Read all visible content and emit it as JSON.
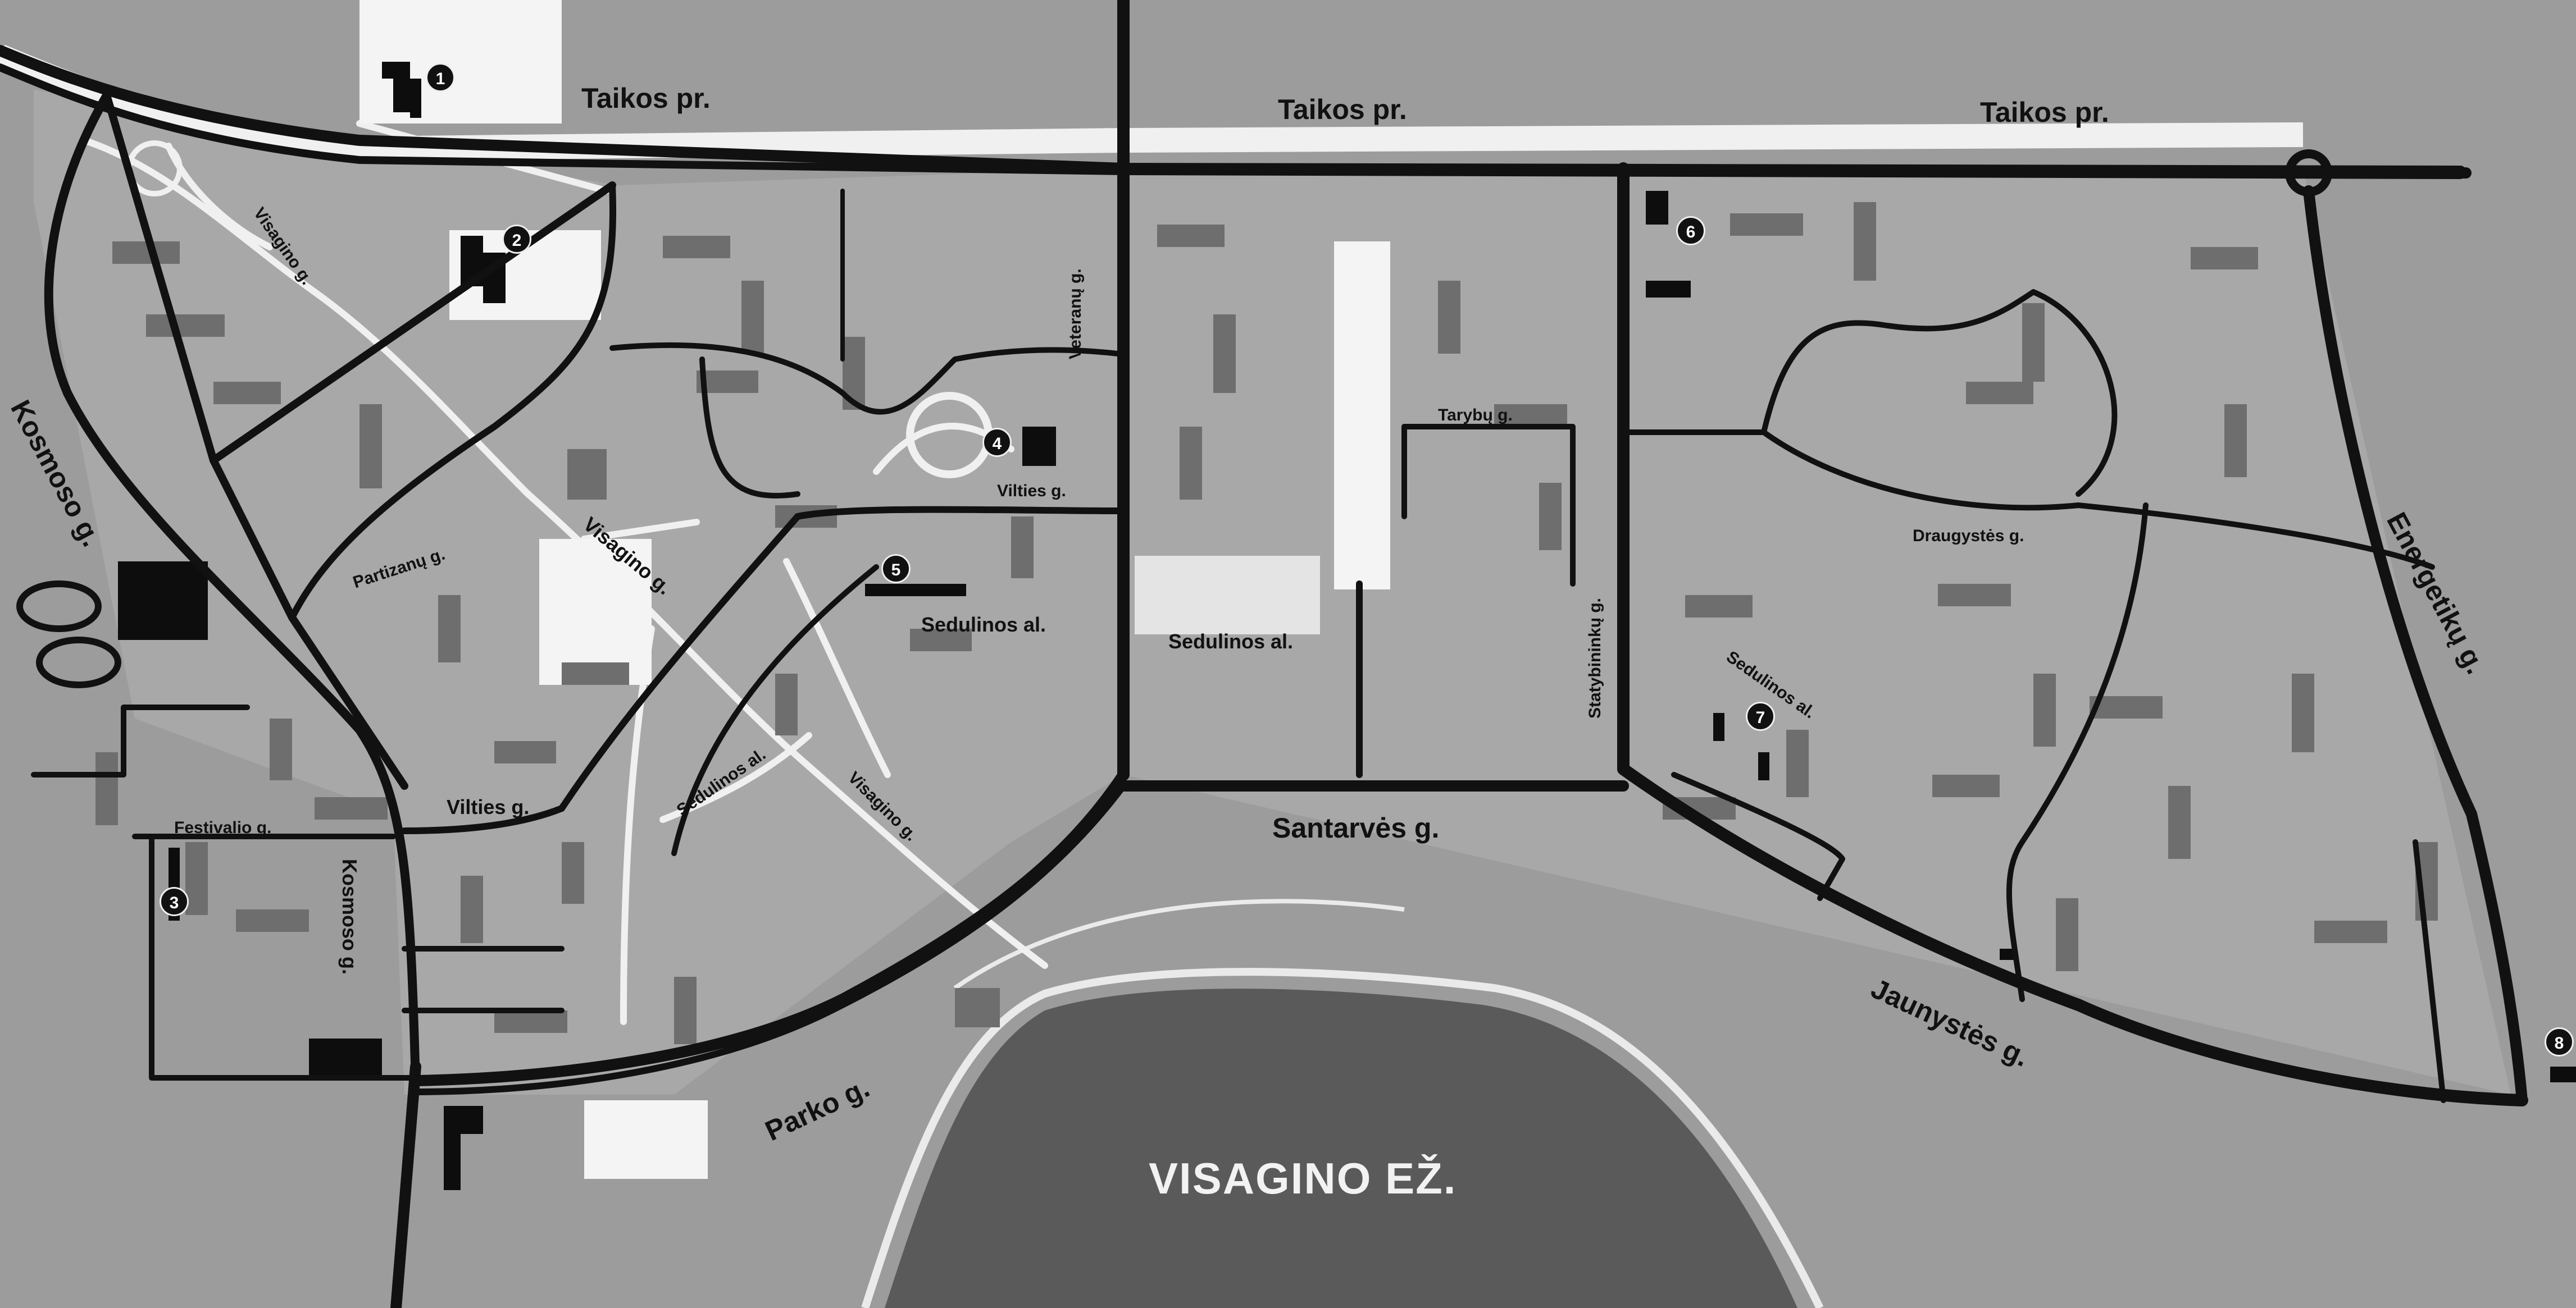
{
  "streets": {
    "taikos_1": "Taikos pr.",
    "taikos_2": "Taikos pr.",
    "taikos_3": "Taikos pr.",
    "visagino_1": "Visagino g.",
    "visagino_2": "Visagino g.",
    "visagino_3": "Visagino g.",
    "kosmoso_1": "Kosmoso g.",
    "kosmoso_2": "Kosmoso g.",
    "partizanu": "Partizanų g.",
    "vilties_1": "Vilties g.",
    "vilties_2": "Vilties g.",
    "veteranu": "Veteranų g.",
    "sedulinos_1": "Sedulinos al.",
    "sedulinos_2": "Sedulinos al.",
    "sedulinos_3": "Sedulinos al.",
    "sedulinos_4": "Sedulinos al.",
    "festivalio": "Festivalio g.",
    "santarves": "Santarvės g.",
    "parko": "Parko g.",
    "tarybu": "Tarybų g.",
    "statybininku": "Statybininkų g.",
    "draugystes": "Draugystės g.",
    "energetiku": "Energetikų g.",
    "jaunystes": "Jaunystės g."
  },
  "lake": {
    "name": "VISAGINO EŽ."
  },
  "markers": [
    "1",
    "2",
    "3",
    "4",
    "5",
    "6",
    "7",
    "8"
  ],
  "colors": {
    "land": "#9c9c9c",
    "lake": "#5a5a5a",
    "road": "#111111",
    "path": "#f0f0f0",
    "building": "#6e6e6e",
    "landmark": "#0d0d0d"
  }
}
